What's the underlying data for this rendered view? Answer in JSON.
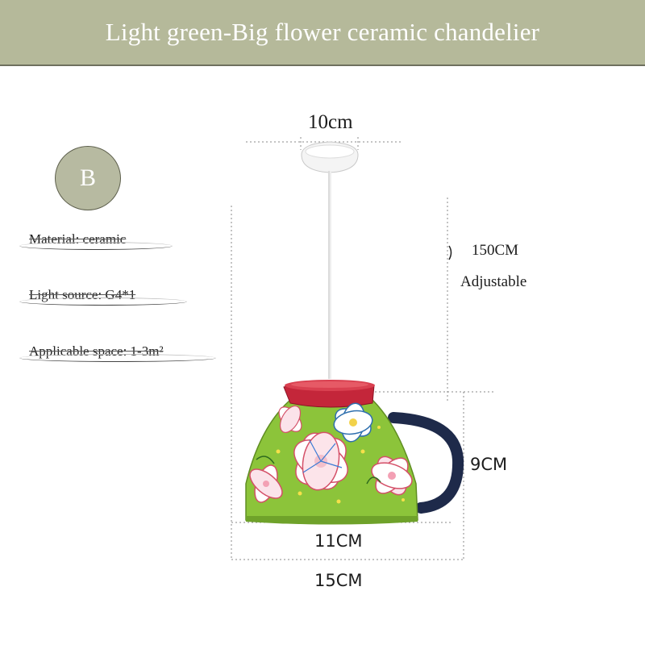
{
  "header": {
    "title": "Light green-Big flower ceramic chandelier"
  },
  "variant_badge": "B",
  "specs": [
    "Material: ceramic",
    "Light source: G4*1",
    "Applicable space: 1-3m²"
  ],
  "dimensions": {
    "canopy_width": "10cm",
    "cord_length": "150CM",
    "cord_note": "Adjustable",
    "cup_height": "9CM",
    "base_width": "11CM",
    "total_width": "15CM"
  },
  "colors": {
    "banner": "#b5b99a",
    "cup_body": "#8cc43a",
    "cup_rim": "#c4263a",
    "handle": "#1e2a4a"
  }
}
